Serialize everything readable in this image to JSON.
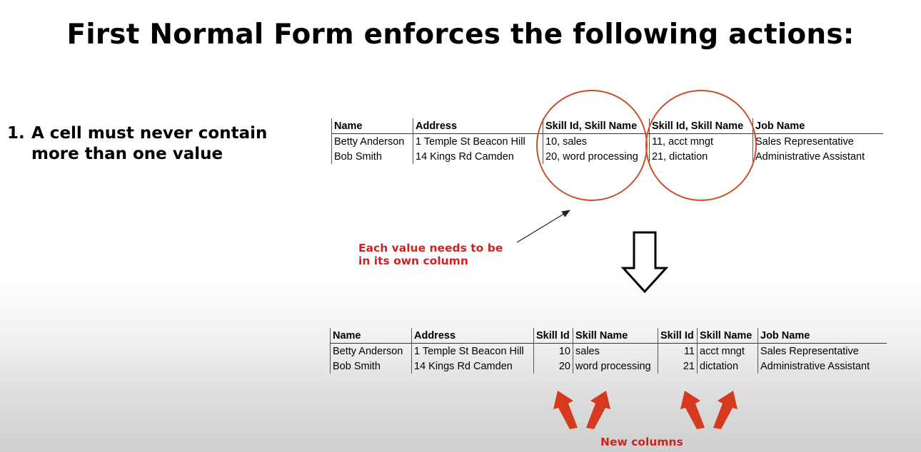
{
  "slide": {
    "title": "First Normal Form enforces the following actions:",
    "point": {
      "number": "1.",
      "line1": "A cell must never contain",
      "line2": "more than one value"
    },
    "note": {
      "line1": "Each value needs to be",
      "line2": "in its own column"
    },
    "new_columns_label": "New columns"
  },
  "table_before": {
    "headers": [
      "Name",
      "Address",
      "Skill Id, Skill Name",
      "Skill Id, Skill Name",
      "Job Name"
    ],
    "rows": [
      [
        "Betty Anderson",
        "1 Temple St Beacon Hill",
        "10, sales",
        "11, acct mngt",
        "Sales Representative"
      ],
      [
        "Bob Smith",
        "14 Kings Rd Camden",
        "20, word processing",
        "21, dictation",
        "Administrative Assistant"
      ]
    ]
  },
  "table_after": {
    "headers": [
      "Name",
      "Address",
      "Skill Id",
      "Skill Name",
      "Skill Id",
      "Skill Name",
      "Job Name"
    ],
    "rows": [
      [
        "Betty Anderson",
        "1 Temple St Beacon Hill",
        "10",
        "sales",
        "11",
        "acct mngt",
        "Sales Representative"
      ],
      [
        "Bob Smith",
        "14 Kings Rd Camden",
        "20",
        "word processing",
        "21",
        "dictation",
        "Administrative Assistant"
      ]
    ]
  },
  "colors": {
    "accent_red": "#cc2222",
    "circle_stroke": "#c8502a",
    "arrow_fill": "#d63a1e"
  },
  "icons": [
    "highlight-circle",
    "pointer-arrow",
    "down-arrow",
    "up-arrow"
  ]
}
